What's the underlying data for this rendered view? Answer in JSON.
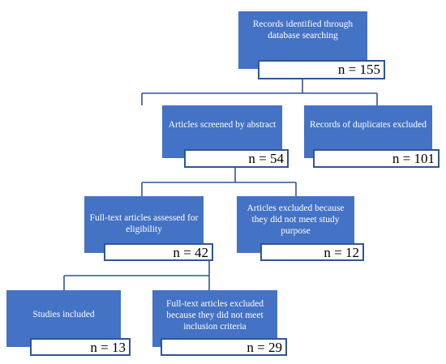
{
  "colors": {
    "box_fill": "#4472c4",
    "border": "#2f5597",
    "count_fill": "#ffffff"
  },
  "nodes": {
    "identified": {
      "label": "Records identified through database searching",
      "count": "n = 155"
    },
    "screened": {
      "label": "Articles screened by abstract",
      "count": "n = 54"
    },
    "duplicates": {
      "label": "Records of duplicates excluded",
      "count": "n = 101"
    },
    "fulltext": {
      "label": "Full-text articles assessed for eligibility",
      "count": "n = 42"
    },
    "excluded_purpose": {
      "label": "Articles excluded because they did not meet study purpose",
      "count": "n = 12"
    },
    "included": {
      "label": "Studies included",
      "count": "n = 13"
    },
    "excluded_criteria": {
      "label": "Full-text articles excluded because they did not meet inclusion criteria",
      "count": "n = 29"
    }
  }
}
